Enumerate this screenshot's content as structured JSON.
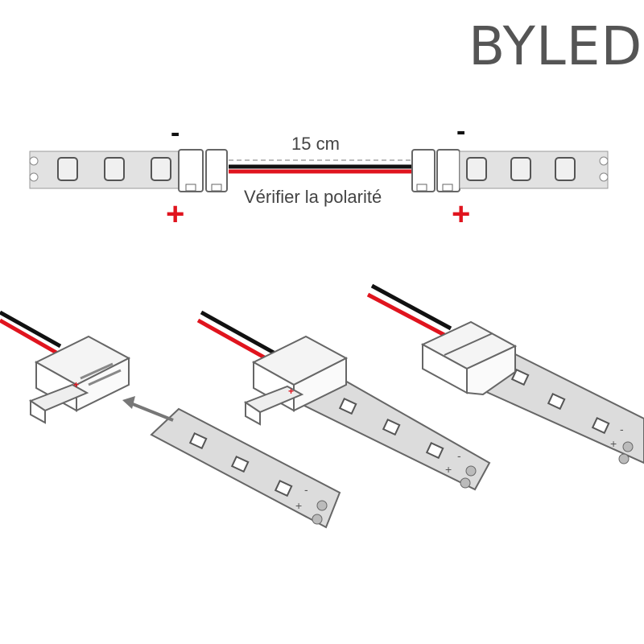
{
  "logo": {
    "text": "BYLED",
    "color": "#555555"
  },
  "top_diagram": {
    "distance_label": "15 cm",
    "polarity_label": "Vérifier la polarité",
    "left_minus": "-",
    "right_minus": "-",
    "left_plus": "+",
    "right_plus": "+"
  },
  "strip_marks": {
    "plus": "+",
    "minus": "-"
  },
  "colors": {
    "wire_red": "#e0141e",
    "wire_black": "#111111",
    "strip": "#d9d9d9",
    "outline": "#666666"
  }
}
